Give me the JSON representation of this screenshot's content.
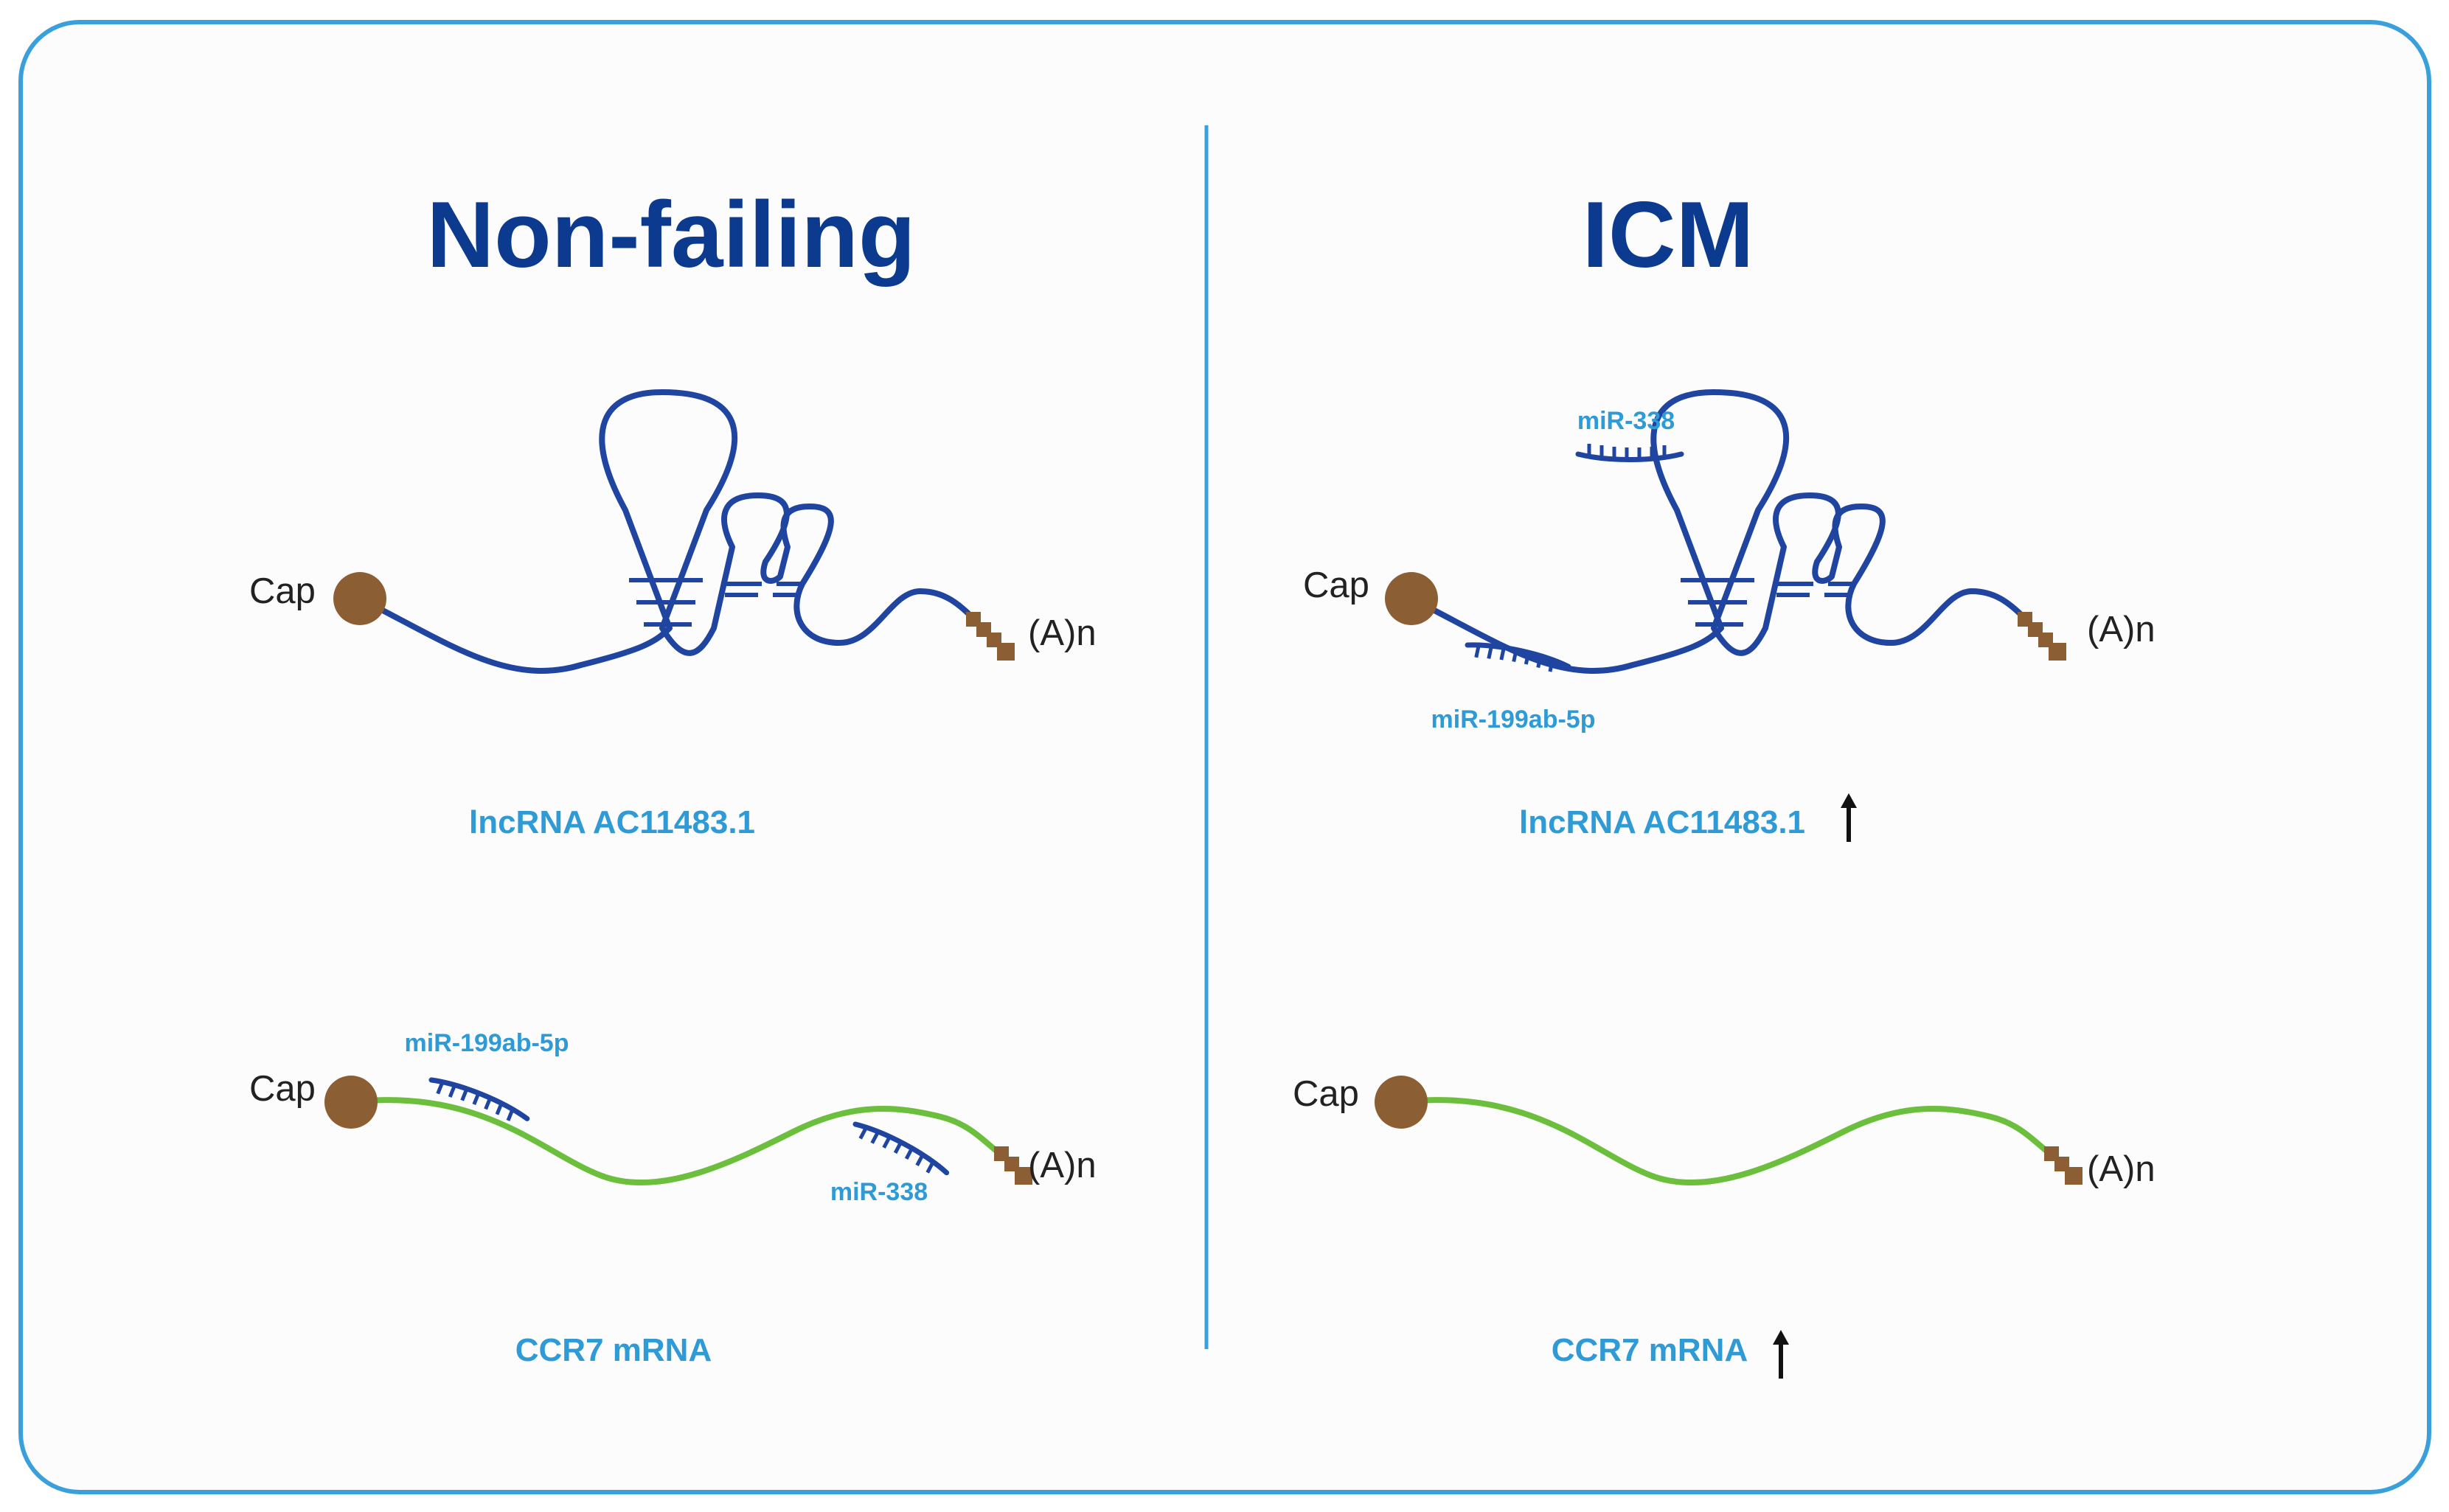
{
  "colors": {
    "frame": "#3aa0dc",
    "background": "#fcfcfc",
    "title": "#0b3a8f",
    "strand": "#1f45a0",
    "mrna": "#6cbf3c",
    "cap": "#8b5e34",
    "label": "#2e9ad6",
    "text": "#222222"
  },
  "left": {
    "title": "Non-failing",
    "lnc": {
      "cap_label": "Cap",
      "polya_label": "(A)n",
      "name": "lncRNA AC11483.1"
    },
    "mrna": {
      "cap_label": "Cap",
      "polya_label": "(A)n",
      "mir_a": "miR-199ab-5p",
      "mir_b": "miR-338",
      "name": "CCR7 mRNA"
    }
  },
  "right": {
    "title": "ICM",
    "lnc": {
      "cap_label": "Cap",
      "polya_label": "(A)n",
      "mir_top": "miR-338",
      "mir_bottom": "miR-199ab-5p",
      "name": "lncRNA AC11483.1",
      "trend": "up-arrow"
    },
    "mrna": {
      "cap_label": "Cap",
      "polya_label": "(A)n",
      "name": "CCR7 mRNA",
      "trend": "up-arrow"
    }
  }
}
